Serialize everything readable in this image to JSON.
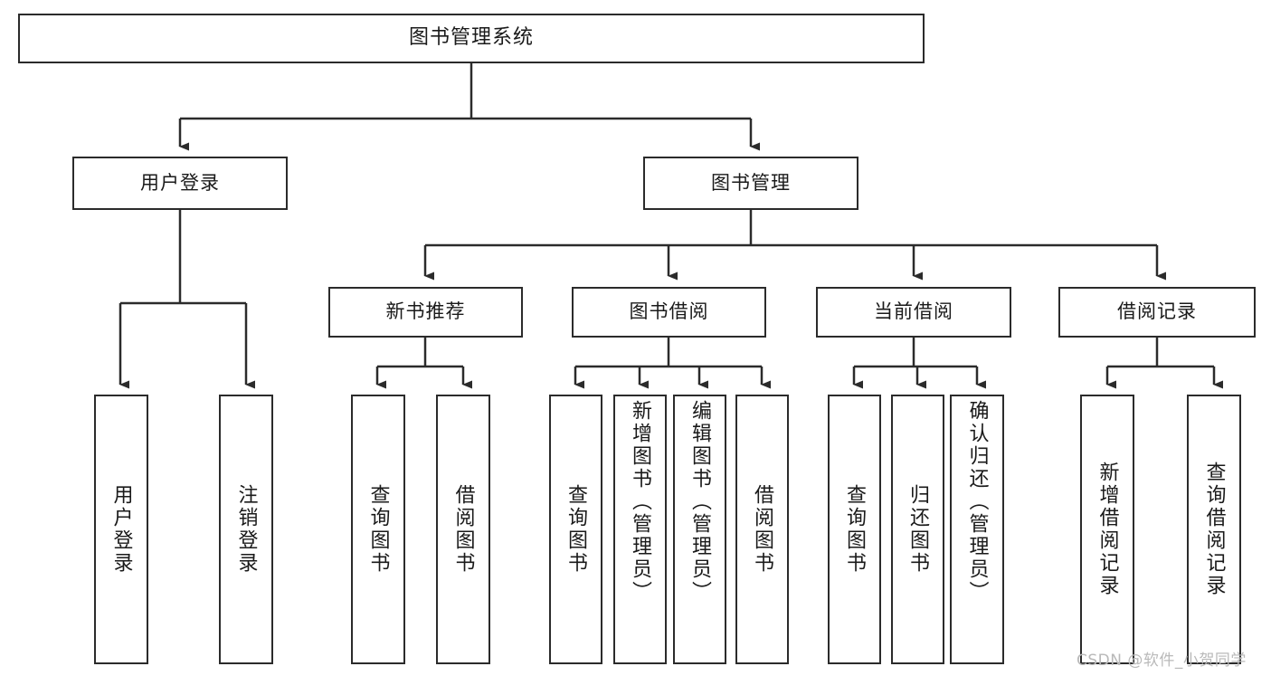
{
  "diagram": {
    "title": "图书管理系统",
    "type": "tree-hierarchy",
    "root": {
      "label": "图书管理系统"
    },
    "level1": [
      {
        "id": "user-login",
        "label": "用户登录"
      },
      {
        "id": "book-manage",
        "label": "图书管理"
      }
    ],
    "level2": [
      {
        "id": "new-book-recommend",
        "label": "新书推荐",
        "parent": "book-manage"
      },
      {
        "id": "book-borrow",
        "label": "图书借阅",
        "parent": "book-manage"
      },
      {
        "id": "current-borrow",
        "label": "当前借阅",
        "parent": "book-manage"
      },
      {
        "id": "borrow-record",
        "label": "借阅记录",
        "parent": "book-manage"
      }
    ],
    "leaves": [
      {
        "id": "leaf-user-login",
        "label": "用户登录",
        "parent": "user-login"
      },
      {
        "id": "leaf-user-logout",
        "label": "注销登录",
        "parent": "user-login"
      },
      {
        "id": "leaf-query-book-1",
        "label": "查询图书",
        "parent": "new-book-recommend"
      },
      {
        "id": "leaf-borrow-book-1",
        "label": "借阅图书",
        "parent": "new-book-recommend"
      },
      {
        "id": "leaf-query-book-2",
        "label": "查询图书",
        "parent": "book-borrow"
      },
      {
        "id": "leaf-add-book",
        "label": "新增图书（管理员）",
        "parent": "book-borrow"
      },
      {
        "id": "leaf-edit-book",
        "label": "编辑图书（管理员）",
        "parent": "book-borrow"
      },
      {
        "id": "leaf-borrow-book-2",
        "label": "借阅图书",
        "parent": "book-borrow"
      },
      {
        "id": "leaf-query-book-3",
        "label": "查询图书",
        "parent": "current-borrow"
      },
      {
        "id": "leaf-return-book",
        "label": "归还图书",
        "parent": "current-borrow"
      },
      {
        "id": "leaf-confirm-return",
        "label": "确认归还（管理员）",
        "parent": "current-borrow"
      },
      {
        "id": "leaf-add-record",
        "label": "新增借阅记录",
        "parent": "borrow-record"
      },
      {
        "id": "leaf-query-record",
        "label": "查询借阅记录",
        "parent": "borrow-record"
      }
    ],
    "colors": {
      "stroke": "#2b2b2b",
      "fill": "#ffffff",
      "text": "#1a1a1a",
      "watermark": "#b9b9b9"
    }
  },
  "watermark": {
    "text": "CSDN @软件_小贺同学"
  }
}
